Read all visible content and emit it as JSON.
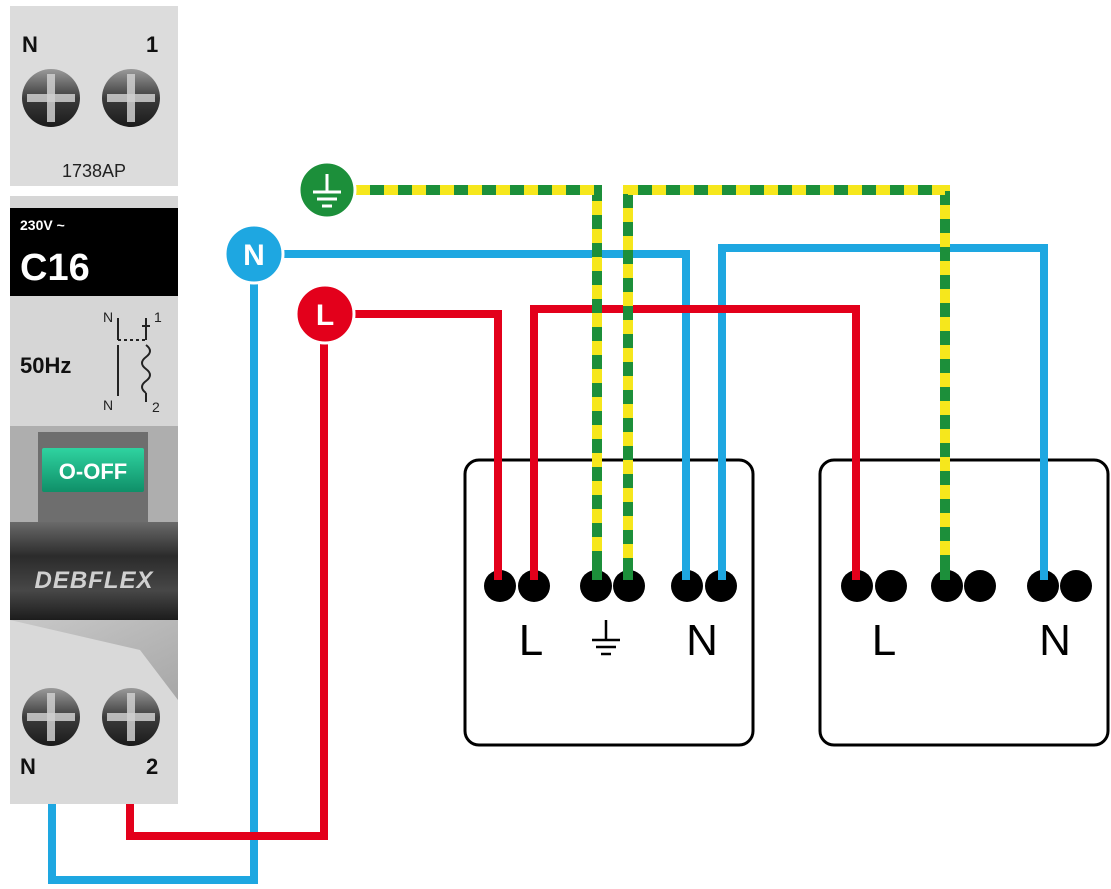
{
  "breaker": {
    "top_terminal_left": "N",
    "top_terminal_right": "1",
    "model": "1738AP",
    "voltage": "230V ~",
    "rating": "C16",
    "frequency": "50Hz",
    "symbol_n_top": "N",
    "symbol_n_bottom": "N",
    "symbol_1": "1",
    "symbol_2": "2",
    "switch_label": "O-OFF",
    "brand": "DEBFLEX",
    "bottom_terminal_left": "N",
    "bottom_terminal_right": "2"
  },
  "markers": {
    "neutral": "N",
    "live": "L",
    "earth_icon": "ground-icon"
  },
  "socket_1": {
    "live_label": "L",
    "earth_symbol": "⏚",
    "neutral_label": "N"
  },
  "socket_2": {
    "live_label": "L",
    "neutral_label": "N"
  },
  "colors": {
    "live": "#e3001b",
    "neutral": "#1ea7e1",
    "earth_green": "#1c8f3a",
    "earth_yellow": "#f6e71c",
    "breaker_body": "#d9d9d9",
    "switch_green": "#1db38a"
  }
}
